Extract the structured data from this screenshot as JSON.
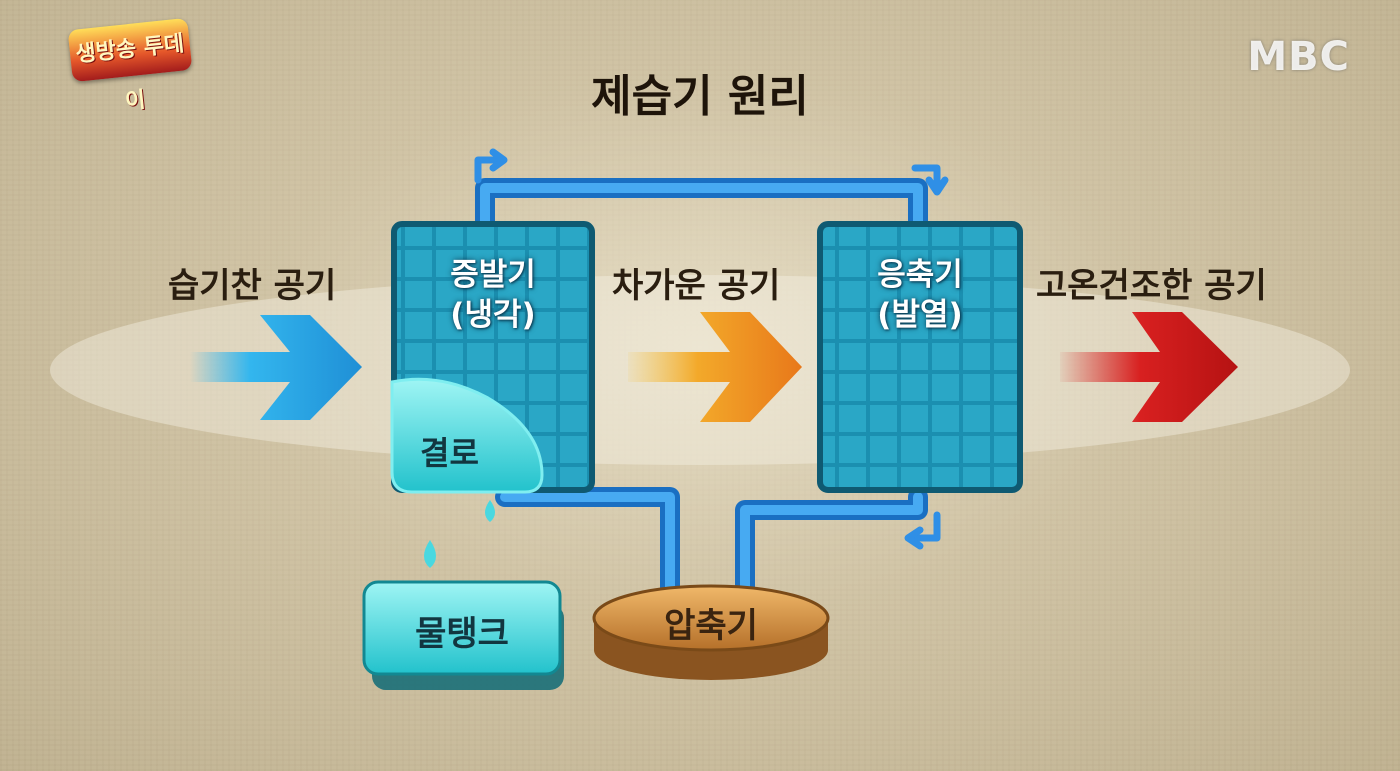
{
  "title": "제습기 원리",
  "broadcaster": "MBC",
  "show_logo": "생방송 투데이",
  "labels": {
    "humid_air": "습기찬 공기",
    "cold_air": "차가운 공기",
    "hot_dry_air": "고온건조한 공기",
    "evaporator": "증발기",
    "evaporator_sub": "(냉각)",
    "condenser": "응축기",
    "condenser_sub": "(발열)",
    "condensation": "결로",
    "water_tank": "물탱크",
    "compressor": "압축기"
  },
  "colors": {
    "pipe": "#2f8fe6",
    "coil": "#1b8fb0",
    "arrow_in": "#33b6ee",
    "arrow_mid": "#f19a1b",
    "arrow_out": "#d82020",
    "water": "#3fe0e6",
    "compressor": "#d08a3a"
  },
  "icons": [
    "flow-arrow-icon",
    "water-drop-icon"
  ]
}
